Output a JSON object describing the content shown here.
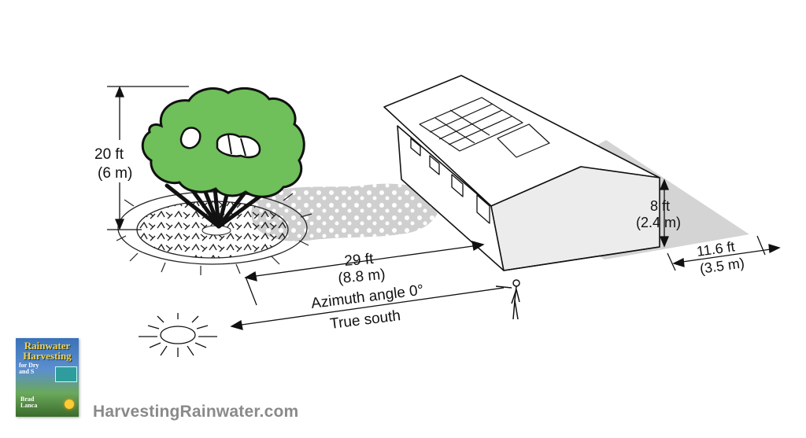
{
  "labels": {
    "tree_height_ft": "20 ft",
    "tree_height_m": "(6 m)",
    "distance_ft": "29 ft",
    "distance_m": "(8.8 m)",
    "wall_height_ft": "8 ft",
    "wall_height_m": "(2.4 m)",
    "shadow_ft": "11.6 ft",
    "shadow_m": "(3.5 m)",
    "azimuth": "Azimuth angle 0°",
    "true_south": "True south"
  },
  "book": {
    "title": "Rainwater Harvesting",
    "subtitle_1": "for Dry",
    "subtitle_2": "and S",
    "author_1": "Brad",
    "author_2": "Lanca"
  },
  "website": "HarvestingRainwater.com",
  "colors": {
    "tree_canopy": "#6fbf5a",
    "shadow": "#cfcfcf",
    "line": "#111111",
    "website_text": "#8a8a8a"
  }
}
